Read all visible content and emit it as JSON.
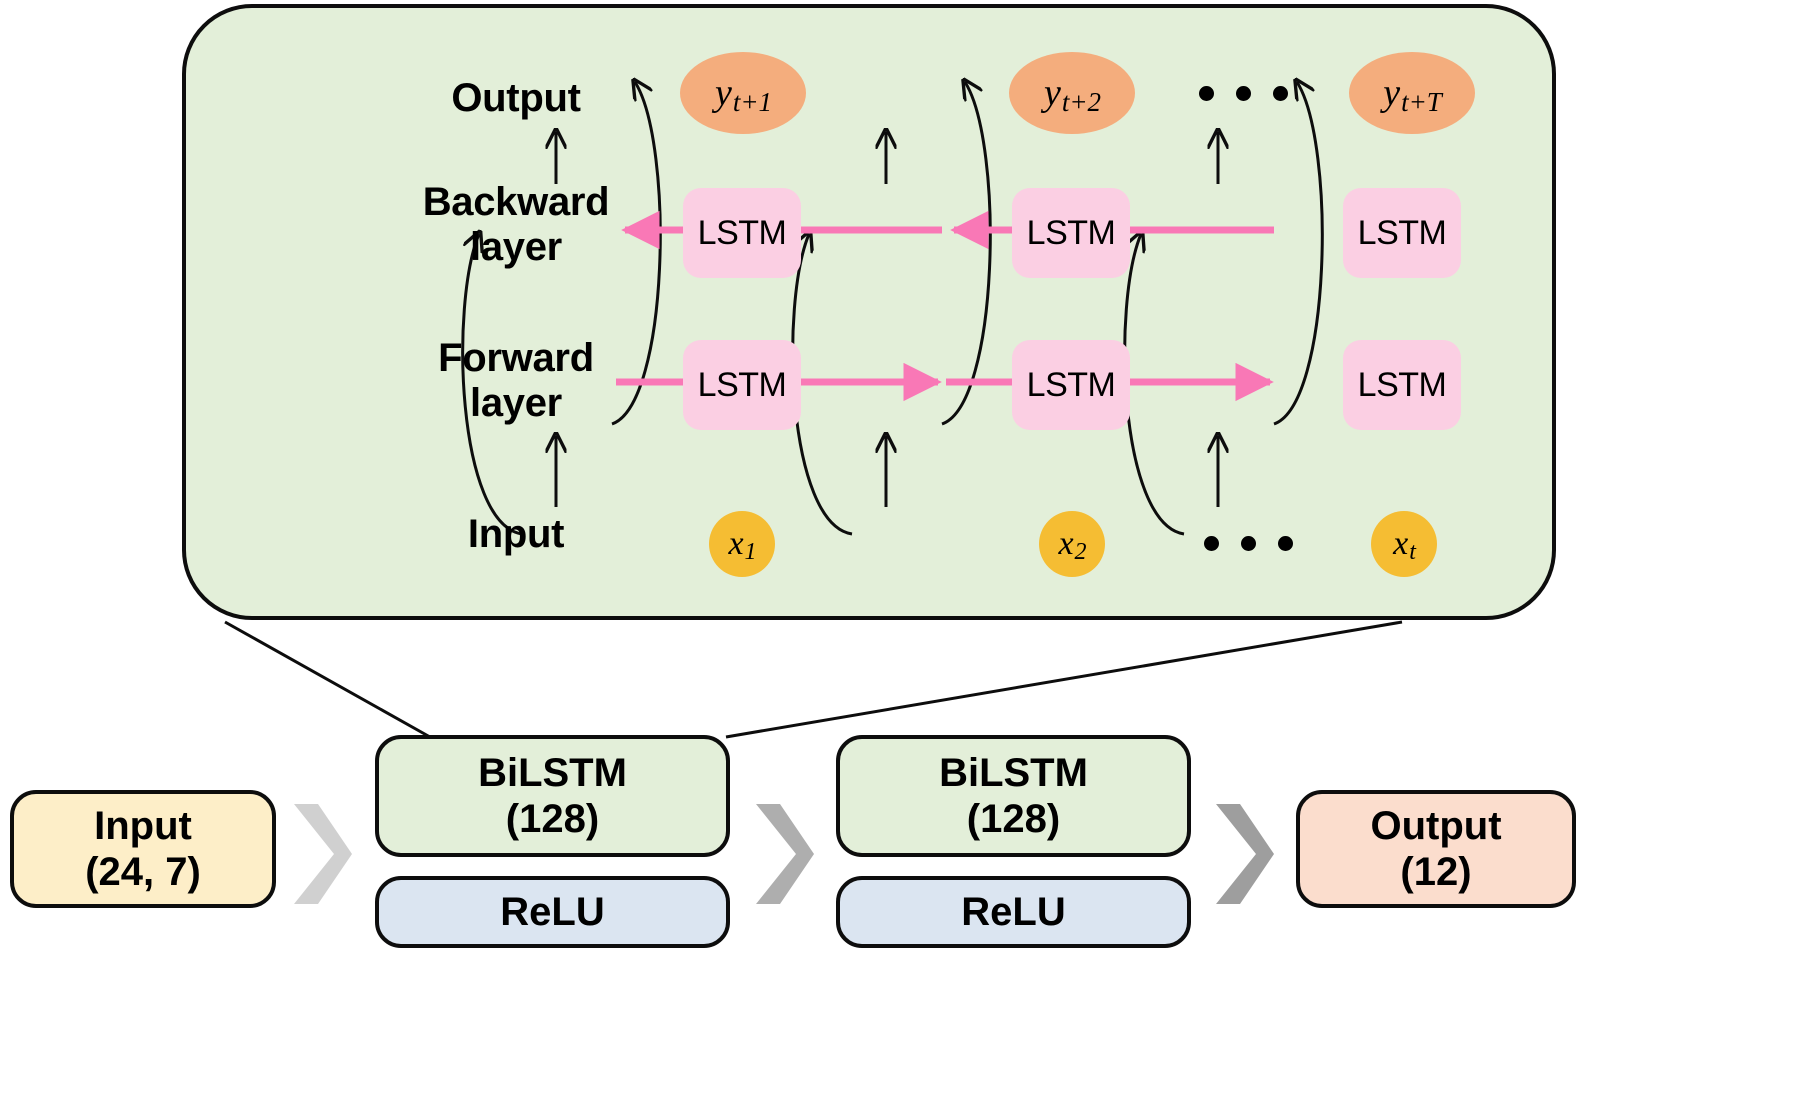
{
  "diagram": {
    "title_visible": false,
    "colors": {
      "panel_green": "#e3efd9",
      "lstm_pink": "#fbcfe3",
      "output_orange": "#f4ad7d",
      "input_gold": "#f5bd33",
      "pink_arrow": "#f978b6",
      "input_box_yellow": "#fdeec8",
      "relu_blue": "#dbe5f1",
      "output_box_peach": "#fbddcd",
      "chevron_grey": "#d0d0d0",
      "stroke_black": "#0d0d0d",
      "background": "#ffffff"
    },
    "detail_panel": {
      "row_labels": [
        {
          "id": "output",
          "label": "Output"
        },
        {
          "id": "backward",
          "label": "Backward\nlayer"
        },
        {
          "id": "forward",
          "label": "Forward\nlayer"
        },
        {
          "id": "input",
          "label": "Input"
        }
      ],
      "output_nodes": [
        {
          "base": "y",
          "sub": "t+1",
          "text": "y t+1"
        },
        {
          "base": "y",
          "sub": "t+2",
          "text": "y t+2"
        },
        {
          "base": "y",
          "sub": "t+T",
          "text": "y t+T"
        }
      ],
      "backward_cells": [
        {
          "label": "LSTM"
        },
        {
          "label": "LSTM"
        },
        {
          "label": "LSTM"
        }
      ],
      "forward_cells": [
        {
          "label": "LSTM"
        },
        {
          "label": "LSTM"
        },
        {
          "label": "LSTM"
        }
      ],
      "input_nodes": [
        {
          "base": "x",
          "sub": "1",
          "text": "x 1"
        },
        {
          "base": "x",
          "sub": "2",
          "text": "x 2"
        },
        {
          "base": "x",
          "sub": "t",
          "text": "x t"
        }
      ],
      "ellipsis": {
        "output_row": "• • •",
        "input_row": "• • •"
      },
      "arrow_directions": {
        "backward_layer": "right-to-left",
        "forward_layer": "left-to-right"
      }
    },
    "pipeline": {
      "stages": [
        {
          "id": "input",
          "line1": "Input",
          "line2": "(24, 7)",
          "activation": null
        },
        {
          "id": "bilstm-1",
          "line1": "BiLSTM",
          "line2": "(128)",
          "activation": "ReLU"
        },
        {
          "id": "bilstm-2",
          "line1": "BiLSTM",
          "line2": "(128)",
          "activation": "ReLU"
        },
        {
          "id": "output",
          "line1": "Output",
          "line2": "(12)",
          "activation": null
        }
      ],
      "connector_icon": "chevron-right-icon",
      "connector_count": 3
    }
  }
}
